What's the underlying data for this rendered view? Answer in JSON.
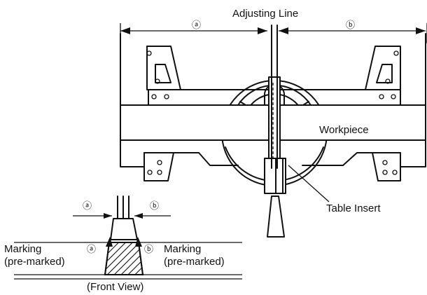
{
  "labels": {
    "adjusting_line": "Adjusting Line",
    "workpiece": "Workpiece",
    "table_insert": "Table Insert",
    "marking": "Marking",
    "pre_marked": "(pre-marked)",
    "front_view": "(Front View)"
  },
  "markers": {
    "a": "ⓐ",
    "b": "ⓑ"
  }
}
